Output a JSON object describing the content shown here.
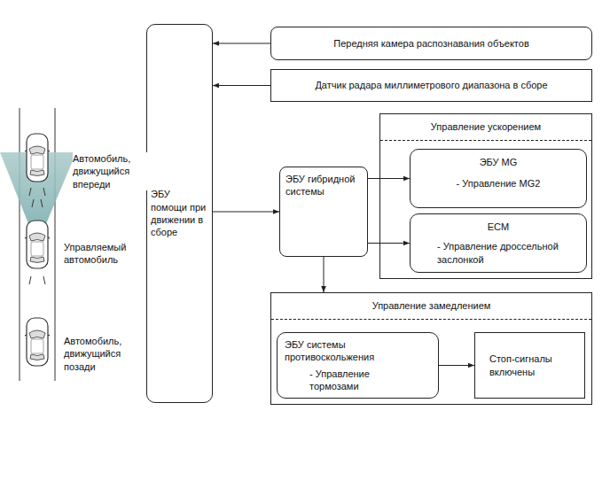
{
  "diagram": {
    "nodes": [
      {
        "text": [
          "Передняя камера распознавания объектов"
        ]
      },
      {
        "text": [
          "Датчик радара миллиметрового диапазона в сборе"
        ]
      },
      {
        "text": [
          "ЭБУ помощи при движении в сборе"
        ]
      },
      {
        "text": [
          "ЭБУ гибридной системы"
        ]
      },
      {
        "text": [
          "Управление ускорением"
        ]
      },
      {
        "text": [
          "ЭБУ MG",
          "- Управление MG2"
        ],
        "in": 4
      },
      {
        "text": [
          "ECM",
          "- Управление дроссельной заслонкой"
        ],
        "in": 4
      },
      {
        "text": [
          "Управление замедлением"
        ]
      },
      {
        "text": [
          "ЭБУ системы противоскольжения",
          "- Управление тормозами"
        ],
        "in": 7
      },
      {
        "text": [
          "Стоп-сигналы включены"
        ],
        "in": 7
      }
    ],
    "edges": [
      {
        "from": 0,
        "to": 2,
        "arrow": "to"
      },
      {
        "from": 1,
        "to": 2,
        "arrow": "to"
      },
      {
        "from": 2,
        "to": 3,
        "arrow": "to"
      },
      {
        "from": 3,
        "to": 5,
        "arrow": "to"
      },
      {
        "from": 3,
        "to": 6,
        "arrow": "to"
      },
      {
        "from": 3,
        "to": 7,
        "arrow": "to"
      },
      {
        "from": 8,
        "to": 9,
        "arrow": "to"
      }
    ],
    "labels": [
      "Автомобиль, движущийся впереди",
      "Управляемый автомобиль",
      "Автомобиль, движущийся позади"
    ]
  }
}
